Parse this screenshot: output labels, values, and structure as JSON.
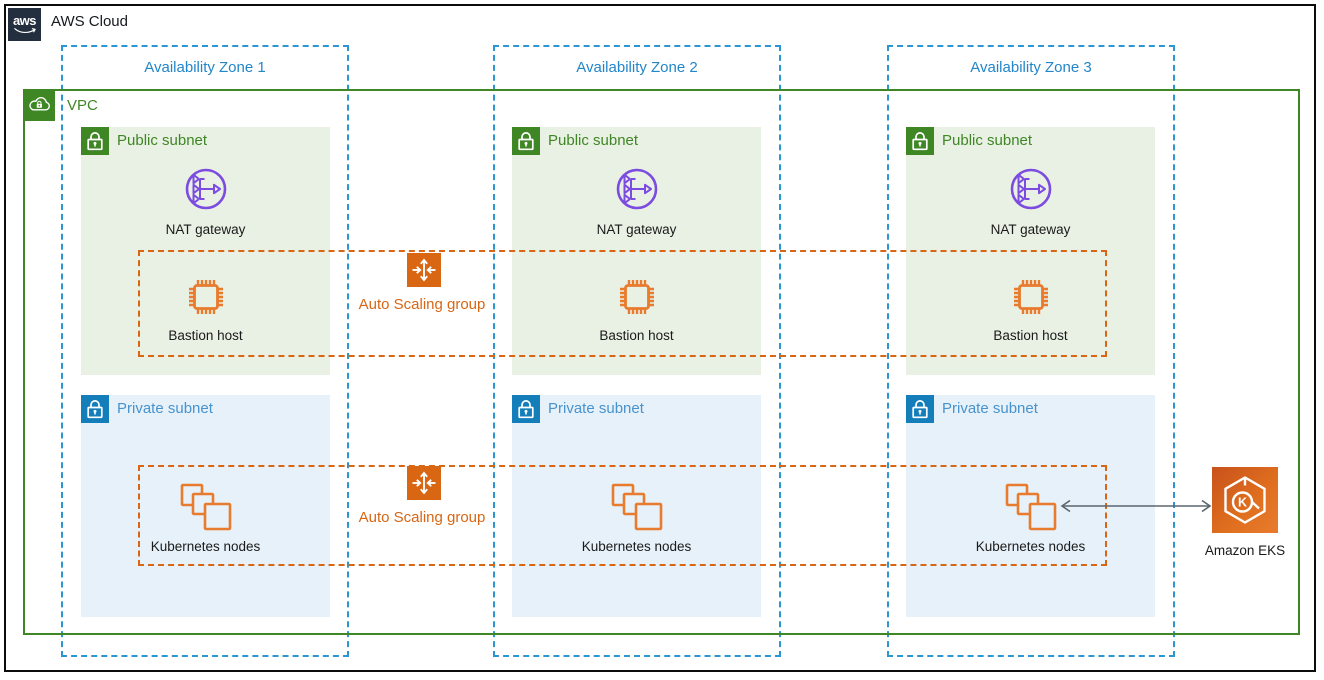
{
  "title_bar": {
    "logo_text": "aws",
    "title": "AWS Cloud"
  },
  "vpc": {
    "label": "VPC"
  },
  "zones": [
    {
      "label": "Availability Zone 1",
      "public": {
        "label": "Public subnet",
        "nat_label": "NAT gateway",
        "bastion_label": "Bastion host"
      },
      "private": {
        "label": "Private subnet",
        "k8s_label": "Kubernetes nodes"
      }
    },
    {
      "label": "Availability Zone 2",
      "public": {
        "label": "Public subnet",
        "nat_label": "NAT gateway",
        "bastion_label": "Bastion host"
      },
      "private": {
        "label": "Private subnet",
        "k8s_label": "Kubernetes nodes"
      }
    },
    {
      "label": "Availability Zone 3",
      "public": {
        "label": "Public subnet",
        "nat_label": "NAT gateway",
        "bastion_label": "Bastion host"
      },
      "private": {
        "label": "Private subnet",
        "k8s_label": "Kubernetes nodes"
      }
    }
  ],
  "asg": {
    "public_label": "Auto Scaling group",
    "private_label": "Auto Scaling group"
  },
  "eks": {
    "label": "Amazon EKS",
    "glyph_letter": "K"
  },
  "colors": {
    "aws_navy": "#232F3E",
    "vpc_green": "#3F8624",
    "public_subnet_fill": "#E9F1E4",
    "az_blue": "#2B96D1",
    "private_subnet_blue": "#147EBA",
    "private_subnet_fill": "#E7F1F9",
    "autoscaling_orange": "#D86613",
    "resource_orange": "#E87B2E",
    "nat_purple": "#7C4BE0",
    "arrow_gray": "#5B6670"
  }
}
